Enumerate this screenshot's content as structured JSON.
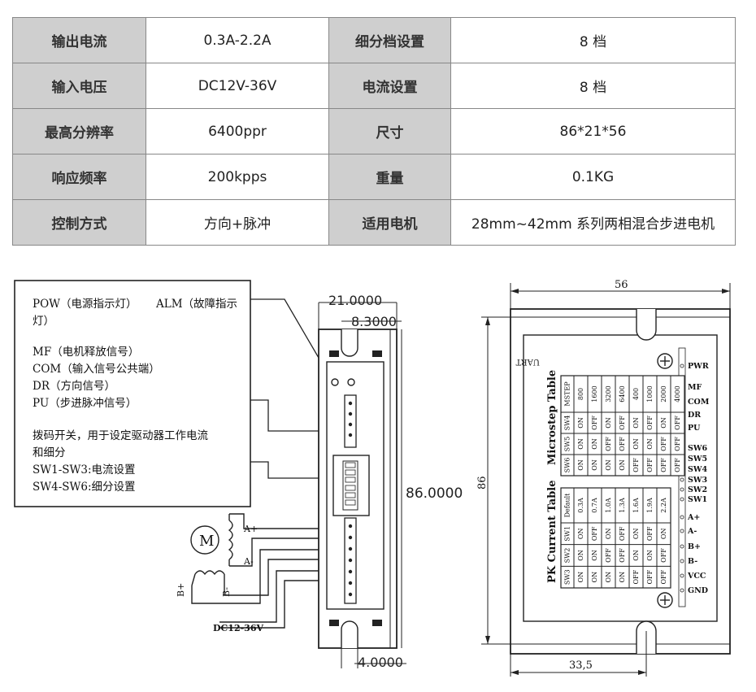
{
  "spec_table": {
    "rows": [
      {
        "k1": "输出电流",
        "v1": "0.3A-2.2A",
        "k2": "细分档设置",
        "v2": "8 档"
      },
      {
        "k1": "输入电压",
        "v1": "DC12V-36V",
        "k2": "电流设置",
        "v2": "8 档"
      },
      {
        "k1": "最高分辨率",
        "v1": "6400ppr",
        "k2": "尺寸",
        "v2": "86*21*56"
      },
      {
        "k1": "响应频率",
        "v1": "200kpps",
        "k2": "重量",
        "v2": "0.1KG"
      },
      {
        "k1": "控制方式",
        "v1": "方向+脉冲",
        "k2": "适用电机",
        "v2": "28mm~42mm  系列两相混合步进电机"
      }
    ]
  },
  "legend": {
    "line1a": "POW（电源指示灯）",
    "line1b": "ALM（故障指示",
    "line1c": "灯）",
    "mf": "MF（电机释放信号）",
    "com": "COM（输入信号公共端）",
    "dr": "DR（方向信号）",
    "pu": "PU（步进脉冲信号）",
    "dip1": "拨码开关，用于设定驱动器工作电流",
    "dip2": "和细分",
    "sw13": "SW1-SW3:电流设置",
    "sw46": "SW4-SW6:细分设置"
  },
  "motor": {
    "symbol": "M",
    "a_plus": "A+",
    "a_minus": "A-",
    "b_plus": "B+",
    "b_minus": "B-",
    "power": "DC12-36V"
  },
  "side_dims": {
    "width": "21.0000",
    "offset": "8.3000",
    "height": "86.0000",
    "slot": "4.0000"
  },
  "front_dims": {
    "width": "56",
    "height": "86",
    "hole": "33,5"
  },
  "front_panel": {
    "uart": "UART",
    "microstep_title": "Microstep Table",
    "current_title": "PK Current Table",
    "microstep_headers": [
      "MSTEP",
      "SW4",
      "SW5",
      "SW6"
    ],
    "microstep_rows": [
      [
        "800",
        "ON",
        "ON",
        "ON"
      ],
      [
        "1600",
        "OFF",
        "ON",
        "ON"
      ],
      [
        "3200",
        "ON",
        "OFF",
        "ON"
      ],
      [
        "6400",
        "OFF",
        "OFF",
        "ON"
      ],
      [
        "400",
        "ON",
        "ON",
        "OFF"
      ],
      [
        "1000",
        "OFF",
        "ON",
        "OFF"
      ],
      [
        "2000",
        "ON",
        "OFF",
        "OFF"
      ],
      [
        "4000",
        "OFF",
        "OFF",
        "OFF"
      ]
    ],
    "current_headers": [
      "Default",
      "SW1",
      "SW2",
      "SW3"
    ],
    "current_rows": [
      [
        "0.3A",
        "ON",
        "ON",
        "ON"
      ],
      [
        "0.7A",
        "OFF",
        "ON",
        "ON"
      ],
      [
        "1.0A",
        "ON",
        "OFF",
        "ON"
      ],
      [
        "1.3A",
        "OFF",
        "OFF",
        "ON"
      ],
      [
        "1.6A",
        "ON",
        "ON",
        "OFF"
      ],
      [
        "1.9A",
        "OFF",
        "ON",
        "OFF"
      ],
      [
        "2.2A",
        "ON",
        "OFF",
        "OFF"
      ]
    ],
    "terminals": [
      "PWR",
      "MF",
      "COM",
      "DR",
      "PU",
      "SW6",
      "SW5",
      "SW4",
      "SW3",
      "SW2",
      "SW1",
      "A+",
      "A-",
      "B+",
      "B-",
      "VCC",
      "GND"
    ]
  }
}
